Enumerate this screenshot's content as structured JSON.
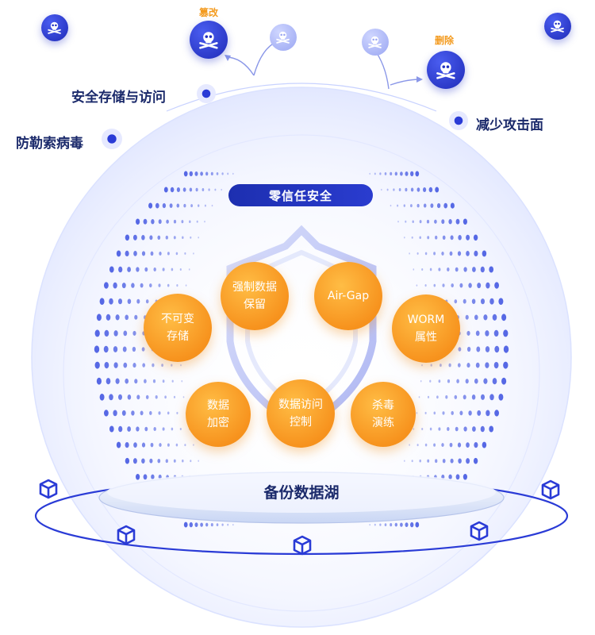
{
  "threats": {
    "tamper_label": "篡改",
    "delete_label": "删除"
  },
  "labels": {
    "secure_storage_access": "安全存储与访问",
    "anti_ransomware": "防勒索病毒",
    "reduce_attack_surface": "减少攻击面"
  },
  "banner": "零信任安全",
  "features": [
    {
      "line1": "不可变",
      "line2": "存储"
    },
    {
      "line1": "强制数据",
      "line2": "保留"
    },
    {
      "line1": "Air-Gap",
      "line2": ""
    },
    {
      "line1": "WORM",
      "line2": "属性"
    },
    {
      "line1": "数据",
      "line2": "加密"
    },
    {
      "line1": "数据访问",
      "line2": "控制"
    },
    {
      "line1": "杀毒",
      "line2": "演练"
    }
  ],
  "lake_label": "备份数据湖",
  "colors": {
    "brand_blue": "#2a3bd6",
    "navy_text": "#1b2a6b",
    "orange": "#f7931e",
    "threat_orange": "#f39a1e"
  },
  "icons": [
    "skull-crossbones-icon",
    "cube-icon",
    "shield-icon"
  ]
}
